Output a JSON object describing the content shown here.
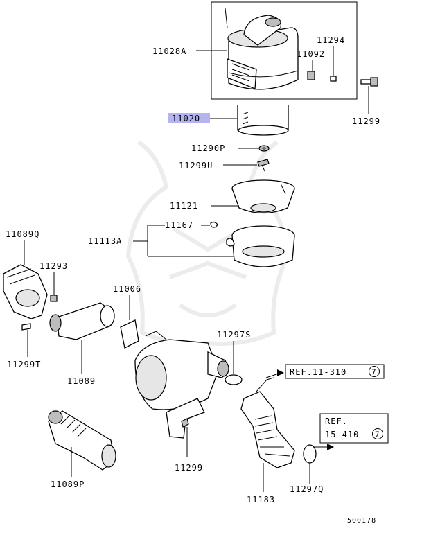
{
  "labels": {
    "l11028A": "11028A",
    "l11294": "11294",
    "l11092": "11092",
    "l11020": "11020",
    "l11299a": "11299",
    "l11290P": "11290P",
    "l11299U": "11299U",
    "l11121": "11121",
    "l11167": "11167",
    "l11113A": "11113A",
    "l11089Q": "11089Q",
    "l11293": "11293",
    "l11006": "11006",
    "l11297S": "11297S",
    "l11299T": "11299T",
    "l11089": "11089",
    "l11089P": "11089P",
    "l11299b": "11299",
    "l11183": "11183",
    "l11297Q": "11297Q"
  },
  "refs": {
    "ref1_text": "REF.11-310",
    "ref1_num": "7",
    "ref2_line1": "REF.",
    "ref2_line2": "15-410",
    "ref2_num": "7"
  },
  "diagram_id": "500178",
  "highlight_color": "#b4b4f0"
}
